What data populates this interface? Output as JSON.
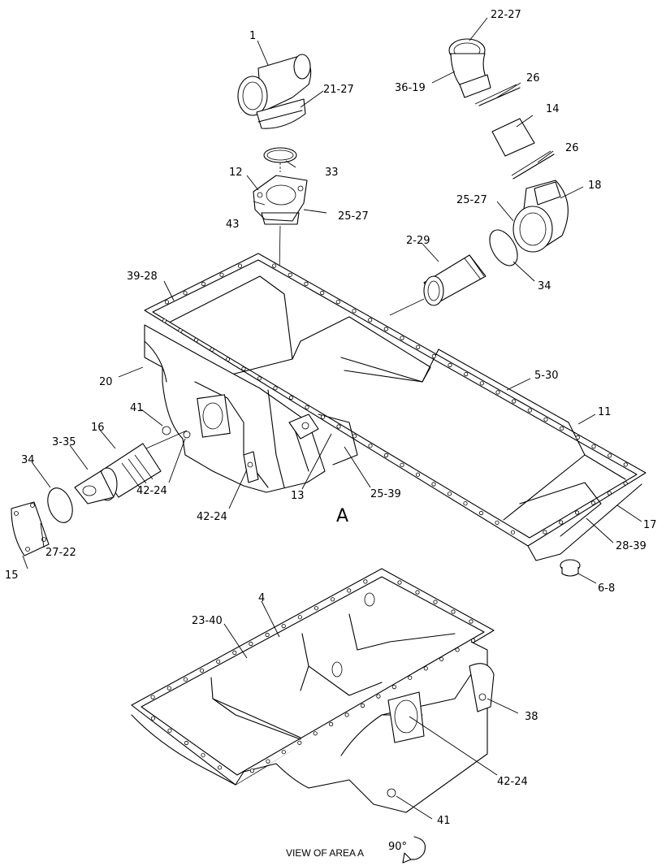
{
  "callouts": {
    "c1": "1",
    "c2227": "22-27",
    "c2127": "21-27",
    "c3619": "36-19",
    "c26a": "26",
    "c14": "14",
    "c33": "33",
    "c12": "12",
    "c26b": "26",
    "c18": "18",
    "c2527a": "25-27",
    "c43": "43",
    "c2527b": "25-27",
    "c229": "2-29",
    "c34a": "34",
    "c3928": "39-28",
    "c530": "5-30",
    "c20": "20",
    "c11": "11",
    "c41a": "41",
    "c16": "16",
    "c335": "3-35",
    "c34b": "34",
    "c4224a": "42-24",
    "c13": "13",
    "c2539": "25-39",
    "c4224b": "42-24",
    "c17": "17",
    "c2722": "27-22",
    "c2839": "28-39",
    "c15": "15",
    "c68": "6-8",
    "c4": "4",
    "c2340": "23-40",
    "c38": "38",
    "c4224c": "42-24",
    "c41b": "41"
  },
  "area_label": "A",
  "view_label": "VIEW OF AREA A",
  "rotation_label": "90°"
}
